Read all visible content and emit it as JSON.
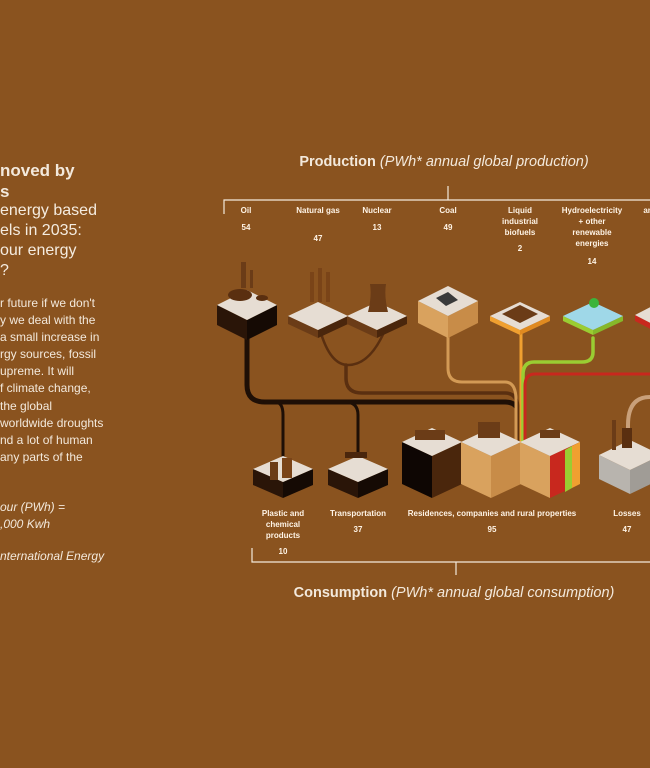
{
  "left_panel": {
    "title_lines": [
      "noved by",
      "s"
    ],
    "subtitle_lines": [
      " energy based",
      "els in 2035:",
      "our energy",
      "?"
    ],
    "body_lines": [
      "r future if we don't",
      "y we deal with the",
      " a small increase in",
      "rgy sources, fossil",
      "upreme. It will",
      "f climate change,",
      " the global",
      "worldwide droughts",
      "nd a lot of human",
      "any parts of the"
    ],
    "note_lines": [
      "our (PWh) =",
      ",000 Kwh"
    ],
    "source": "nternational Energy"
  },
  "production": {
    "title": "Production",
    "subtitle": "(PWh* annual global production)",
    "items": [
      {
        "label": "Oil",
        "value": "54"
      },
      {
        "label": "Natural gas",
        "value": "47"
      },
      {
        "label": "Nuclear",
        "value": "13"
      },
      {
        "label": "Coal",
        "value": "49"
      },
      {
        "label": "Liquid\nindustrial\nbiofuels",
        "value": "2"
      },
      {
        "label": "Hydroelectricity\n+ other\nrenewable\nenergies",
        "value": "14"
      },
      {
        "label": "an",
        "value": ""
      }
    ]
  },
  "consumption": {
    "title": "Consumption",
    "subtitle": "(PWh* annual global consumption)",
    "items": [
      {
        "label": "Plastic and\nchemical\nproducts",
        "value": "10"
      },
      {
        "label": "Transportation",
        "value": "37"
      },
      {
        "label": "Residences, companies and rural properties",
        "value": "95"
      },
      {
        "label": "Losses",
        "value": "47"
      }
    ]
  },
  "colors": {
    "background": "#8a531f",
    "oil": "#1e0f06",
    "gas": "#5a2f10",
    "coal": "#d39a55",
    "biofuel": "#f0a030",
    "renewable": "#9acd32",
    "other": "#c8281e",
    "losses": "#c9a07a"
  }
}
